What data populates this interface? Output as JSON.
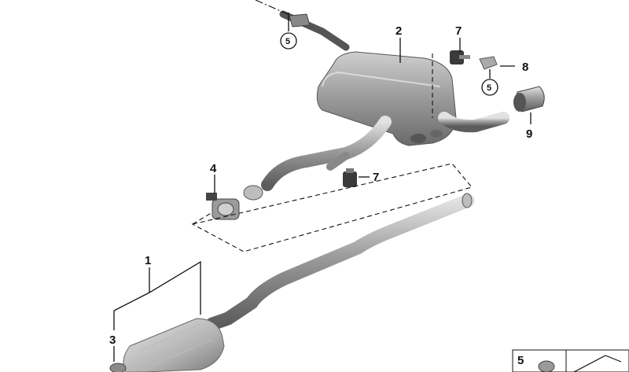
{
  "callouts": {
    "c1": "1",
    "c2": "2",
    "c3": "3",
    "c4": "4",
    "c5a": "5",
    "c5b": "5",
    "c7a": "7",
    "c7b": "7",
    "c8": "8",
    "c9": "9"
  },
  "legend": {
    "key_label": "5"
  },
  "colors": {
    "metal_light": "#d9d9d9",
    "metal_mid": "#a9a9a9",
    "metal_dark": "#6e6e6e",
    "rubber": "#3a3a3a"
  }
}
